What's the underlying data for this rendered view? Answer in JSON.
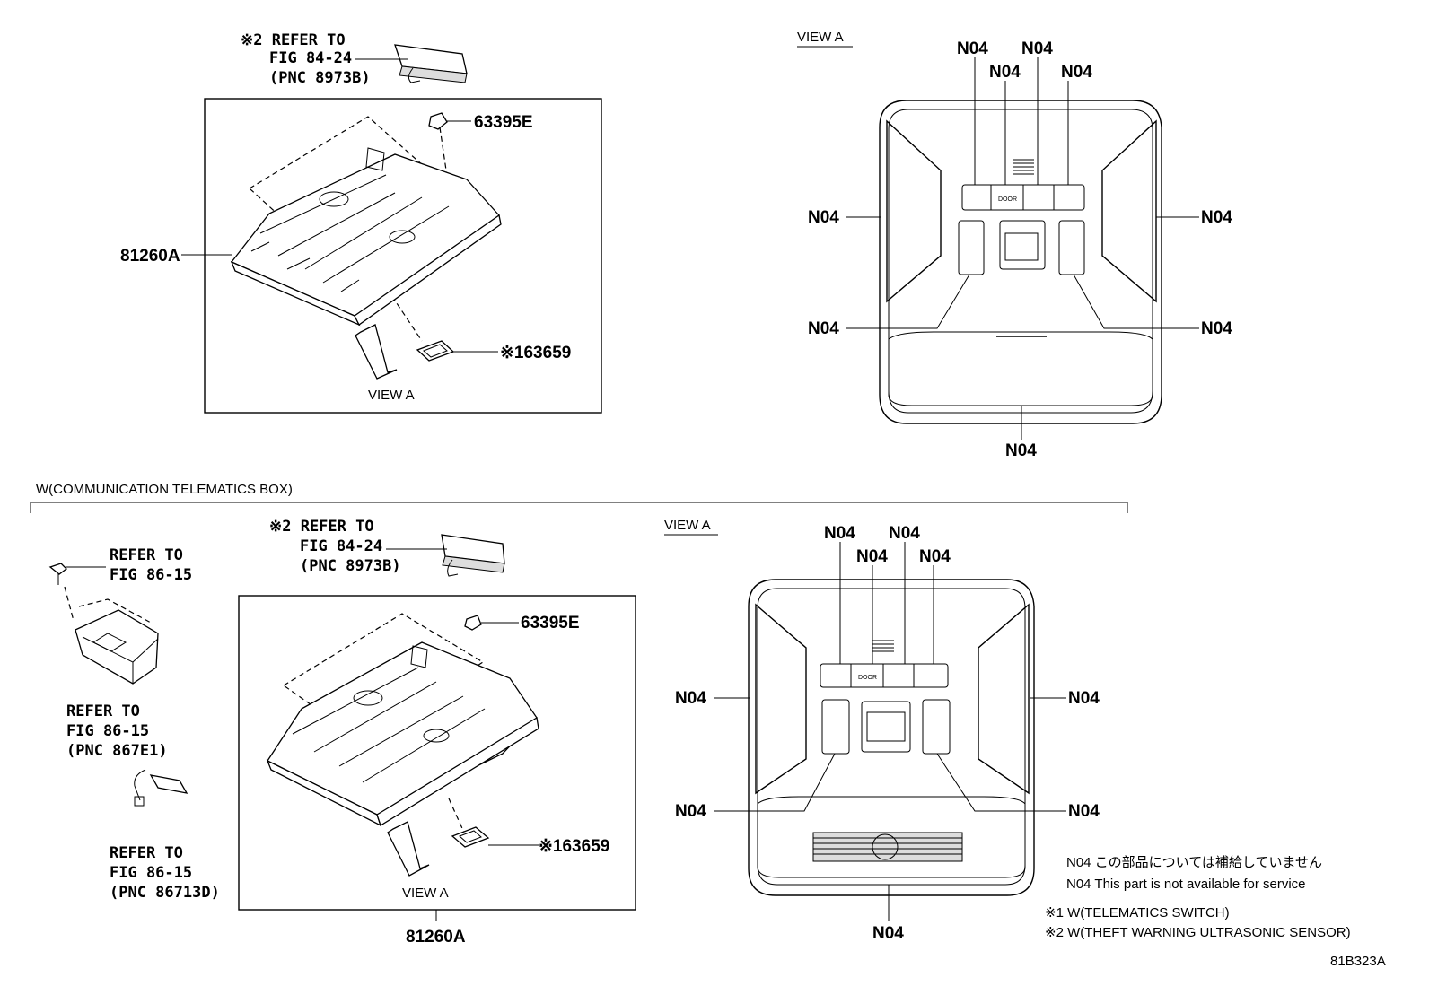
{
  "diagram_id": "81B323A",
  "top": {
    "ref_label_1": "※2 REFER TO",
    "ref_label_2": "FIG 84-24",
    "ref_label_3": "(PNC 8973B)",
    "part_clip": "63395E",
    "part_lamp": "81260A",
    "part_bracket": "※163659",
    "view_a_arrow": "VIEW A",
    "view_a_title": "VIEW A",
    "n04": "N04",
    "door": "DOOR"
  },
  "bottom": {
    "section_title": "W(COMMUNICATION TELEMATICS BOX)",
    "ref1_l1": "REFER TO",
    "ref1_l2": "FIG 86-15",
    "ref2_l1": "REFER TO",
    "ref2_l2": "FIG 86-15",
    "ref2_l3": "(PNC 867E1)",
    "ref3_l1": "REFER TO",
    "ref3_l2": "FIG 86-15",
    "ref3_l3": "(PNC 86713D)",
    "ref4_l1": "※2 REFER TO",
    "ref4_l2": "FIG 84-24",
    "ref4_l3": "(PNC 8973B)",
    "part_clip": "63395E",
    "part_bracket": "※163659",
    "view_a_arrow": "VIEW A",
    "part_lamp": "81260A",
    "view_a_title": "VIEW A",
    "n04": "N04",
    "door": "DOOR"
  },
  "notes": {
    "n04_jp": "N04 この部品については補給していません",
    "n04_en": "N04 This part is not available for service",
    "note1": "※1 W(TELEMATICS SWITCH)",
    "note2": "※2 W(THEFT WARNING ULTRASONIC SENSOR)"
  }
}
